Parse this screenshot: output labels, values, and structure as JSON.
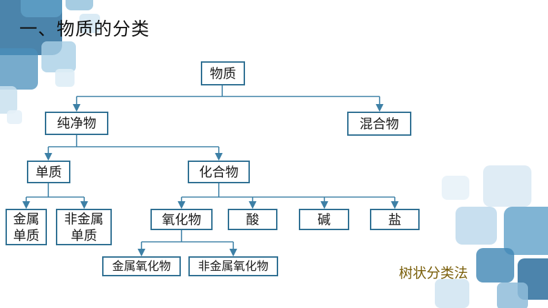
{
  "heading": "一、物质的分类",
  "caption": "树状分类法",
  "colors": {
    "box_border": "#2e6f92",
    "connector": "#3d80a6",
    "caption": "#7a5f0a"
  },
  "tree": {
    "root": "物质",
    "pure": "纯净物",
    "mixture": "混合物",
    "element": "单质",
    "compound": "化合物",
    "metal_element": "金属\n单质",
    "nonmetal_element": "非金属\n单质",
    "oxide": "氧化物",
    "acid": "酸",
    "base": "碱",
    "salt": "盐",
    "metal_oxide": "金属氧化物",
    "nonmetal_oxide": "非金属氧化物"
  }
}
